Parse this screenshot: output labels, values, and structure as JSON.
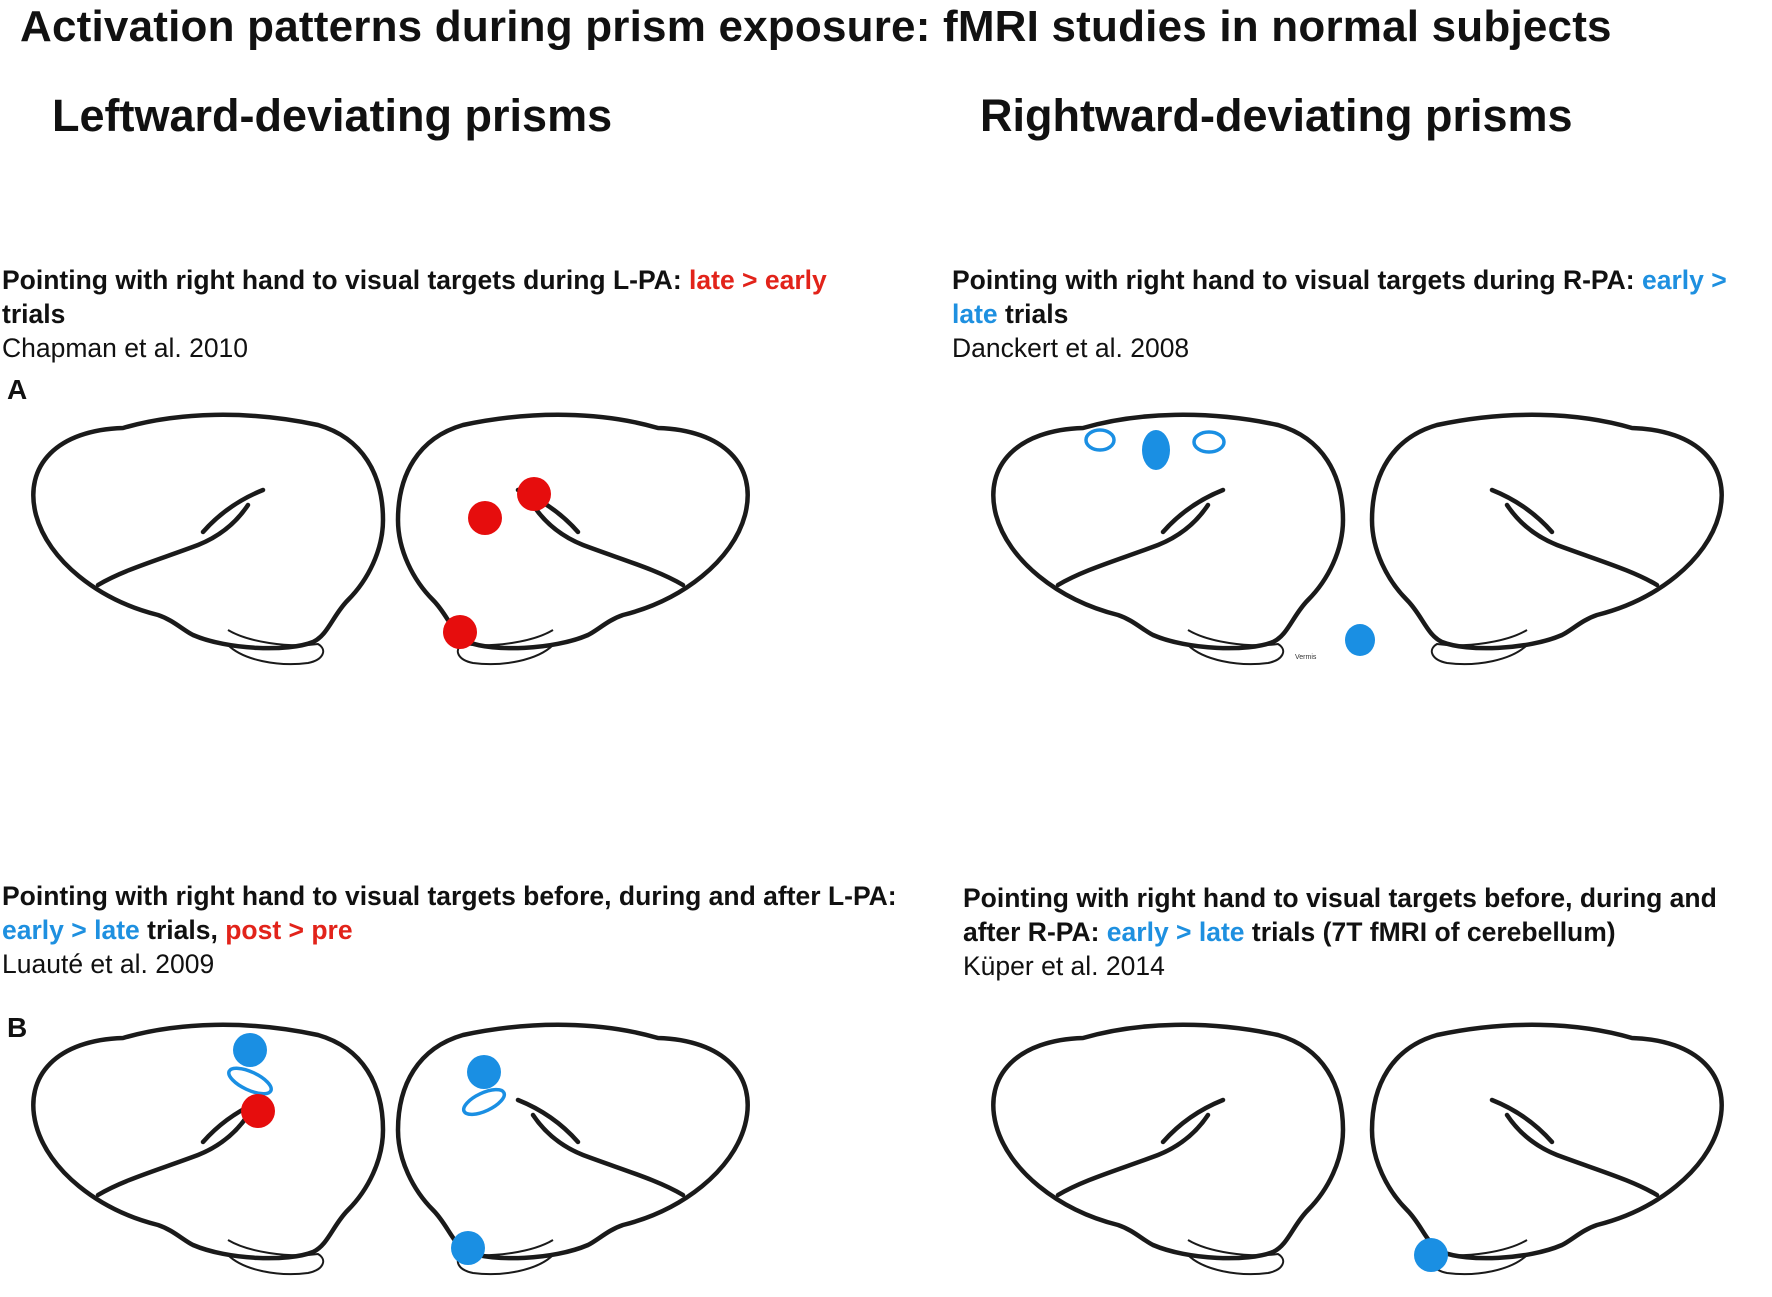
{
  "title": "Activation patterns during prism exposure: fMRI studies in normal subjects",
  "columns": {
    "left": "Leftward-deviating prisms",
    "right": "Rightward-deviating prisms"
  },
  "panels": {
    "a_label": "A",
    "b_label": "B"
  },
  "studies": {
    "a_left": {
      "text_prefix": "Pointing with right hand to visual targets during L-PA: ",
      "highlight_red": "late > early",
      "text_suffix": " trials",
      "reference": "Chapman et al. 2010"
    },
    "a_right": {
      "text_prefix": "Pointing with right hand to visual targets during R-PA: ",
      "highlight_blue": "early > late",
      "text_suffix": " trials",
      "reference": "Danckert et al. 2008"
    },
    "b_left": {
      "text_prefix": "Pointing with right hand to visual targets before, during and after L-PA: ",
      "highlight_blue": "early > late",
      "text_middle": " trials, ",
      "highlight_red": "post > pre",
      "reference": "Luauté et al. 2009"
    },
    "b_right": {
      "text_prefix": "Pointing with right hand to visual targets before, during and after R-PA: ",
      "highlight_blue": "early > late",
      "text_suffix": " trials (7T fMRI of cerebellum)",
      "reference": "Küper et al. 2014"
    }
  },
  "brain_annotation": "Vermis",
  "colors": {
    "red_activation": "#e60d0d",
    "blue_activation": "#1a8fe3",
    "outline": "#1a1a1a"
  }
}
